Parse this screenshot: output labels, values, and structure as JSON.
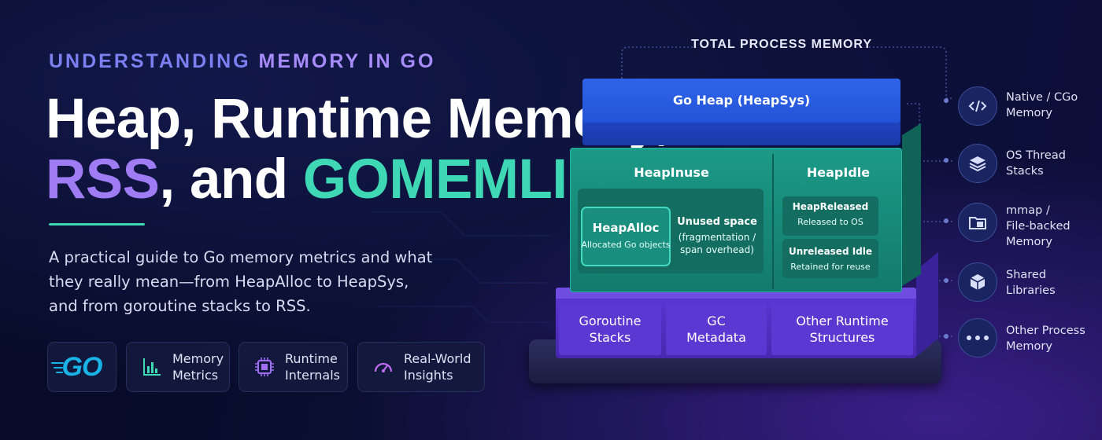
{
  "header": {
    "eyebrow_a": "UNDERSTANDING ",
    "eyebrow_b": "MEMORY IN GO",
    "title_line1": "Heap, Runtime Memory,",
    "title_rss": "RSS",
    "title_and": ", and ",
    "title_gomemlimit": "GOMEMLIMIT",
    "desc_lines": [
      "A practical guide to Go memory metrics and what",
      "they really mean—from HeapAlloc to HeapSys,",
      "and from goroutine stacks to RSS."
    ]
  },
  "cards": [
    {
      "label": "GO",
      "icon": "go-logo"
    },
    {
      "label_line1": "Memory",
      "label_line2": "Metrics",
      "icon": "bar-chart-icon"
    },
    {
      "label_line1": "Runtime",
      "label_line2": "Internals",
      "icon": "chip-icon"
    },
    {
      "label_line1": "Real-World",
      "label_line2": "Insights",
      "icon": "gauge-icon"
    }
  ],
  "diagram": {
    "total_label": "TOTAL PROCESS MEMORY",
    "go_heap": "Go Heap (HeapSys)",
    "heap_inuse": "HeapInuse",
    "heap_idle": "HeapIdle",
    "heap_alloc_title": "HeapAlloc",
    "heap_alloc_sub": "Allocated Go objects",
    "unused_title": "Unused space",
    "unused_sub_1": "(fragmentation /",
    "unused_sub_2": "span overhead)",
    "released_title": "HeapReleased",
    "released_sub": "Released to OS",
    "unreleased_title": "Unreleased Idle",
    "unreleased_sub": "Retained for reuse",
    "runtime_cells": [
      {
        "line1": "Goroutine",
        "line2": "Stacks"
      },
      {
        "line1": "GC",
        "line2": "Metadata"
      },
      {
        "line1": "Other Runtime",
        "line2": "Structures"
      }
    ]
  },
  "legend": [
    {
      "line1": "Native / CGo",
      "line2": "Memory",
      "icon": "code-icon"
    },
    {
      "line1": "OS Thread",
      "line2": "Stacks",
      "icon": "layers-icon"
    },
    {
      "line1": "mmap /",
      "line2": "File-backed",
      "line3": "Memory",
      "icon": "folder-file-icon"
    },
    {
      "line1": "Shared",
      "line2": "Libraries",
      "icon": "cube-icon"
    },
    {
      "line1": "Other Process",
      "line2": "Memory",
      "icon": "more-dots-icon"
    }
  ],
  "colors": {
    "accent_teal": "#3fd8b4",
    "accent_purple": "#9f7cf4",
    "heap_blue": "#2f64e8",
    "inuse_green": "#1c9a88",
    "runtime_purple": "#5a35d0"
  }
}
